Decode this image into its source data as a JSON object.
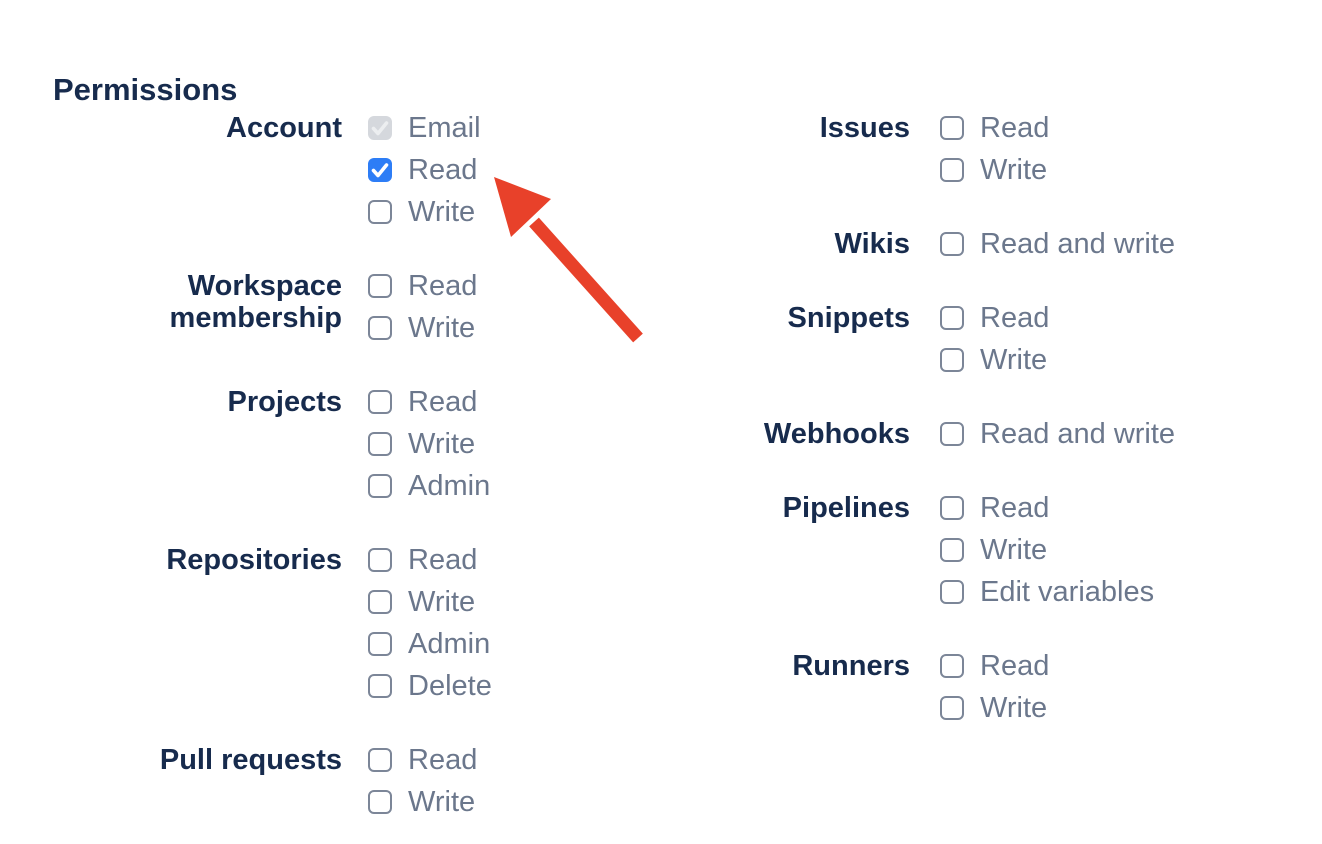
{
  "heading": "Permissions",
  "colors": {
    "heading_text": "#172B4D",
    "group_label_text": "#172B4D",
    "option_label_text": "#6B778C",
    "checkbox_checked_bg": "#2D7DF6",
    "checkbox_disabled_bg": "#D5D8DD",
    "checkbox_unchecked_border": "#7C8698",
    "arrow": "#E8412A"
  },
  "permissions": {
    "left": [
      {
        "label": "Account",
        "options": [
          {
            "label": "Email",
            "state": "disabled-checked"
          },
          {
            "label": "Read",
            "state": "checked"
          },
          {
            "label": "Write",
            "state": "unchecked"
          }
        ]
      },
      {
        "label": "Workspace membership",
        "options": [
          {
            "label": "Read",
            "state": "unchecked"
          },
          {
            "label": "Write",
            "state": "unchecked"
          }
        ]
      },
      {
        "label": "Projects",
        "options": [
          {
            "label": "Read",
            "state": "unchecked"
          },
          {
            "label": "Write",
            "state": "unchecked"
          },
          {
            "label": "Admin",
            "state": "unchecked"
          }
        ]
      },
      {
        "label": "Repositories",
        "options": [
          {
            "label": "Read",
            "state": "unchecked"
          },
          {
            "label": "Write",
            "state": "unchecked"
          },
          {
            "label": "Admin",
            "state": "unchecked"
          },
          {
            "label": "Delete",
            "state": "unchecked"
          }
        ]
      },
      {
        "label": "Pull requests",
        "options": [
          {
            "label": "Read",
            "state": "unchecked"
          },
          {
            "label": "Write",
            "state": "unchecked"
          }
        ]
      }
    ],
    "right": [
      {
        "label": "Issues",
        "options": [
          {
            "label": "Read",
            "state": "unchecked"
          },
          {
            "label": "Write",
            "state": "unchecked"
          }
        ]
      },
      {
        "label": "Wikis",
        "options": [
          {
            "label": "Read and write",
            "state": "unchecked"
          }
        ]
      },
      {
        "label": "Snippets",
        "options": [
          {
            "label": "Read",
            "state": "unchecked"
          },
          {
            "label": "Write",
            "state": "unchecked"
          }
        ]
      },
      {
        "label": "Webhooks",
        "options": [
          {
            "label": "Read and write",
            "state": "unchecked"
          }
        ]
      },
      {
        "label": "Pipelines",
        "options": [
          {
            "label": "Read",
            "state": "unchecked"
          },
          {
            "label": "Write",
            "state": "unchecked"
          },
          {
            "label": "Edit variables",
            "state": "unchecked"
          }
        ]
      },
      {
        "label": "Runners",
        "options": [
          {
            "label": "Read",
            "state": "unchecked"
          },
          {
            "label": "Write",
            "state": "unchecked"
          }
        ]
      }
    ]
  },
  "annotation": {
    "type": "arrow",
    "points_at": "Account Read checkbox"
  }
}
